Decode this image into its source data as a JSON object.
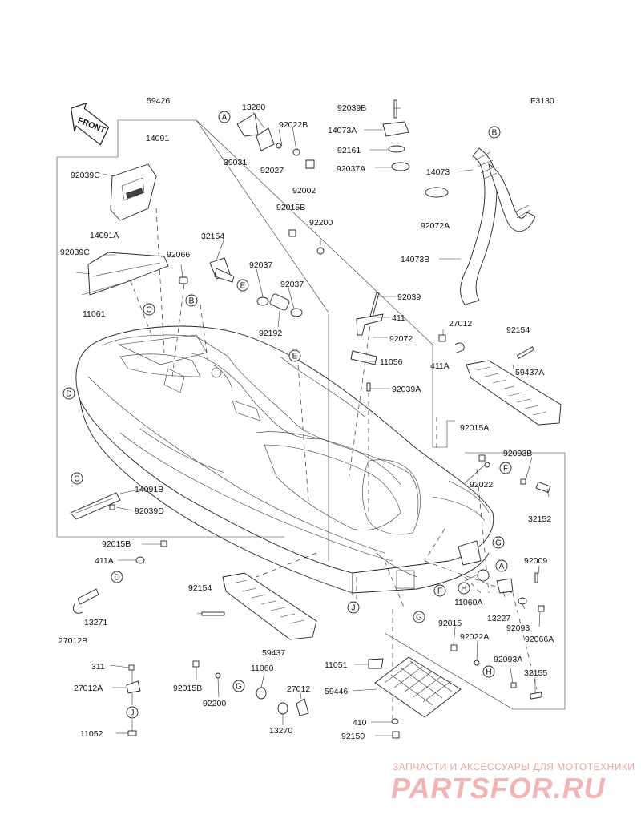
{
  "figure_code": "F3130",
  "front_arrow_label": "FRONT",
  "watermark": {
    "line1": "ЗАПЧАСТИ И АКСЕССУАРЫ ДЛЯ МОТОТЕХНИКИ",
    "logo": "PARTSFOR.RU"
  },
  "part_numbers": {
    "p59426": "59426",
    "p14091": "14091",
    "p92039C_a": "92039C",
    "p14091A": "14091A",
    "p92039C_b": "92039C",
    "p11061": "11061",
    "p92066": "92066",
    "p32154": "32154",
    "p92037_a": "92037",
    "p92037_b": "92037",
    "p92192": "92192",
    "p13280": "13280",
    "p92022B": "92022B",
    "p39031": "39031",
    "p92027": "92027",
    "p92002": "92002",
    "p92015B_a": "92015B",
    "p92200_a": "92200",
    "p92039B": "92039B",
    "p14073A": "14073A",
    "p92161": "92161",
    "p92037A": "92037A",
    "p14073": "14073",
    "p92072A": "92072A",
    "p14073B": "14073B",
    "p92039": "92039",
    "p411": "411",
    "p92072": "92072",
    "p11056": "11056",
    "p92039A": "92039A",
    "p27012": "27012",
    "p411A_a": "411A",
    "p92154_a": "92154",
    "p59437A": "59437A",
    "p92015A": "92015A",
    "p92093B": "92093B",
    "p92022": "92022",
    "p32152": "32152",
    "p14091B": "14091B",
    "p92039D": "92039D",
    "p92015B_b": "92015B",
    "p411A_b": "411A",
    "p13271": "13271",
    "p27012B": "27012B",
    "p92154_b": "92154",
    "p59437": "59437",
    "p92009": "92009",
    "p11060A": "11060A",
    "p13227": "13227",
    "p92093": "92093",
    "p92066A": "92066A",
    "p92015": "92015",
    "p92022A": "92022A",
    "p92093A": "92093A",
    "p32155": "32155",
    "p311": "311",
    "p27012A": "27012A",
    "p11052": "11052",
    "p92015B_c": "92015B",
    "p92200_b": "92200",
    "p11060": "11060",
    "p27012_b": "27012",
    "p13270": "13270",
    "p11051": "11051",
    "p59446": "59446",
    "p410": "410",
    "p92150": "92150"
  },
  "callouts": {
    "A1": "A",
    "A2": "A",
    "B1": "B",
    "B2": "B",
    "C1": "C",
    "C2": "C",
    "D1": "D",
    "D2": "D",
    "E1": "E",
    "E2": "E",
    "F1": "F",
    "F2": "F",
    "G1": "G",
    "G2": "G",
    "G3": "G",
    "H1": "H",
    "H2": "H",
    "J1": "J",
    "J2": "J"
  }
}
